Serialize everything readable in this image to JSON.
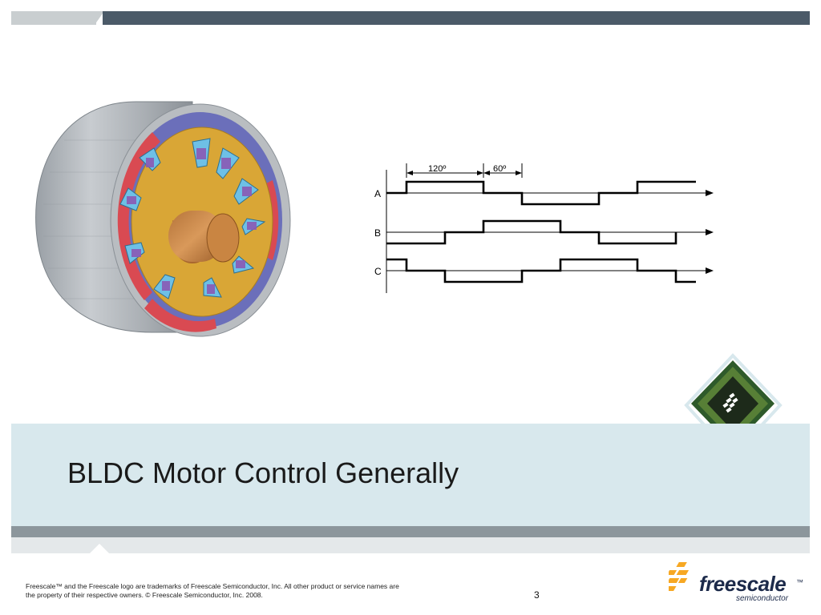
{
  "slide": {
    "title": "BLDC Motor Control Generally",
    "page_number": "3"
  },
  "diagram": {
    "angle_120": "120º",
    "angle_60": "60º",
    "phase_a": "A",
    "phase_b": "B",
    "phase_c": "C"
  },
  "footer": {
    "line1": "Freescale™ and the Freescale logo are trademarks of Freescale Semiconductor, Inc. All other product or service names are",
    "line2": "the property of their respective owners. © Freescale Semiconductor, Inc. 2008."
  },
  "logo": {
    "word": "freescale",
    "tm": "™",
    "sub": "semiconductor"
  },
  "colors": {
    "top_bar": "#4b5a68",
    "title_band": "#d8e8ed",
    "logo_orange": "#f7a823",
    "logo_navy": "#1c2a4a"
  }
}
